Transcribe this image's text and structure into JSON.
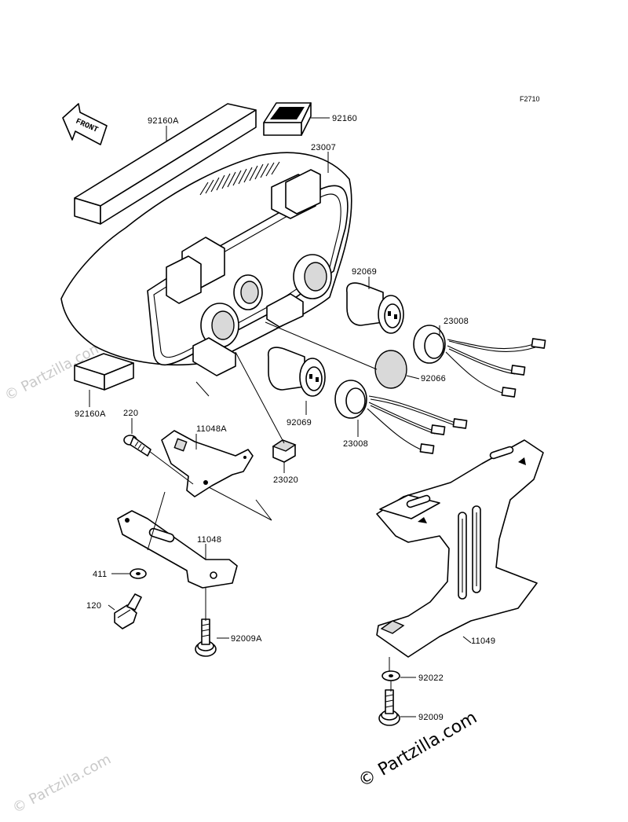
{
  "figure_code": "F2710",
  "front_label": "FRONT",
  "watermark_main": "© Partzilla.com",
  "watermark_faint": "© Partzilla.com",
  "callouts": [
    {
      "id": "92160A-top",
      "label": "92160A"
    },
    {
      "id": "92160",
      "label": "92160"
    },
    {
      "id": "23007",
      "label": "23007"
    },
    {
      "id": "92069-top",
      "label": "92069"
    },
    {
      "id": "23008-top",
      "label": "23008"
    },
    {
      "id": "92066",
      "label": "92066"
    },
    {
      "id": "92069-bottom",
      "label": "92069"
    },
    {
      "id": "23008-bottom",
      "label": "23008"
    },
    {
      "id": "92160A-bottom",
      "label": "92160A"
    },
    {
      "id": "220",
      "label": "220"
    },
    {
      "id": "11048A",
      "label": "11048A"
    },
    {
      "id": "23020",
      "label": "23020"
    },
    {
      "id": "11048",
      "label": "11048"
    },
    {
      "id": "411",
      "label": "411"
    },
    {
      "id": "120",
      "label": "120"
    },
    {
      "id": "92009A",
      "label": "92009A"
    },
    {
      "id": "11049",
      "label": "11049"
    },
    {
      "id": "92022",
      "label": "92022"
    },
    {
      "id": "92009",
      "label": "92009"
    }
  ]
}
